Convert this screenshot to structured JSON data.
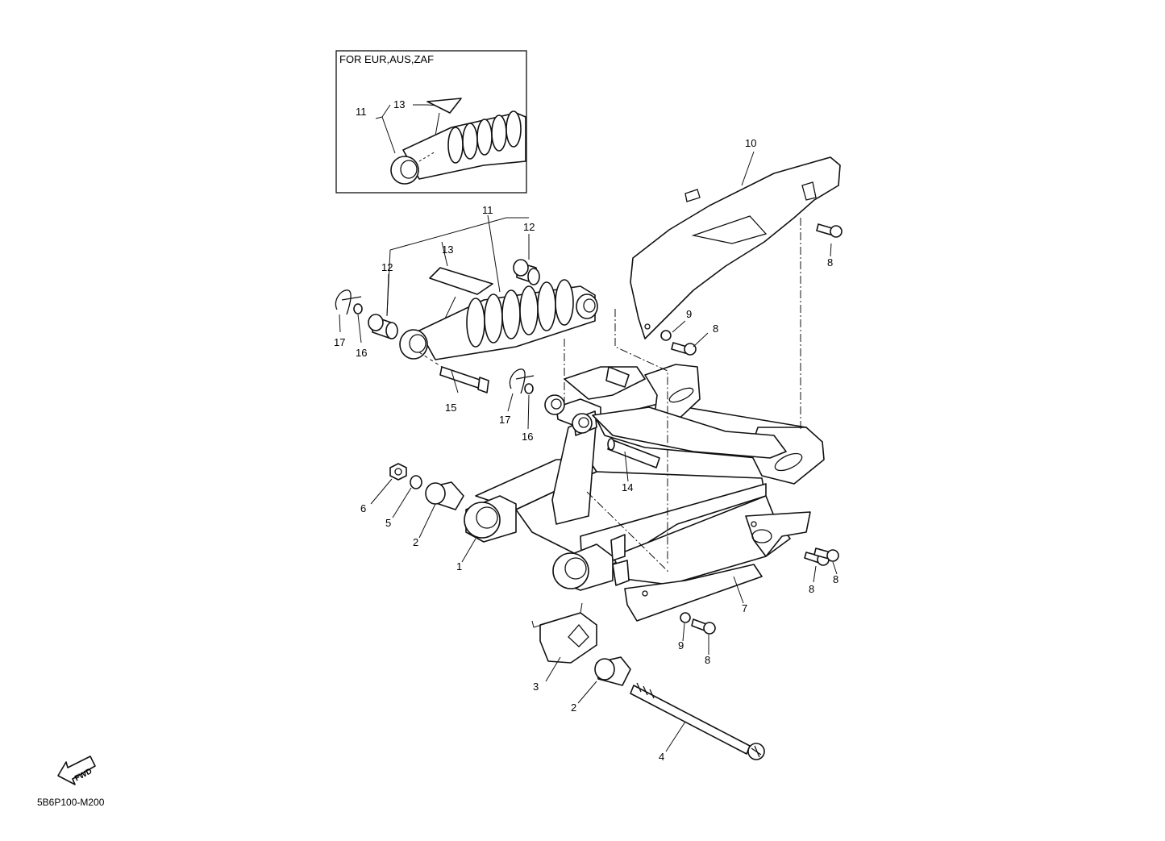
{
  "inset": {
    "title": "FOR EUR,AUS,ZAF"
  },
  "callouts": {
    "inset_11": "11",
    "inset_13": "13",
    "c11": "11",
    "c12a": "12",
    "c12b": "12",
    "c13": "13",
    "c17a": "17",
    "c16a": "16",
    "c15": "15",
    "c17b": "17",
    "c16b": "16",
    "c10": "10",
    "c8a": "8",
    "c9a": "9",
    "c8b": "8",
    "c14": "14",
    "c6": "6",
    "c5": "5",
    "c2a": "2",
    "c1": "1",
    "c8c": "8",
    "c8d": "8",
    "c7": "7",
    "c9b": "9",
    "c8e": "8",
    "c3": "3",
    "c2b": "2",
    "c4": "4"
  },
  "fwd_arrow": {
    "label": "FWD",
    "icon": "fwd-arrow-icon"
  },
  "diagram_code": "5B6P100-M200"
}
